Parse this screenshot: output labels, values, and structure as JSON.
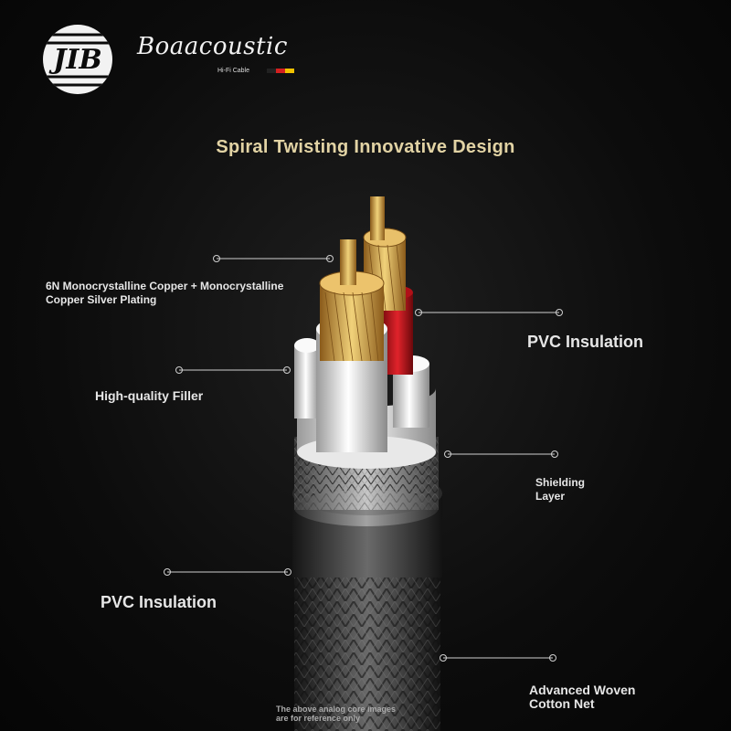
{
  "brand": {
    "logo_text": "JIB",
    "name": "Boaacoustic",
    "subtitle": "Hi-Fi Cable",
    "flag_colors": [
      "#222222",
      "#d42020",
      "#f2c200"
    ]
  },
  "title": "Spiral Twisting Innovative Design",
  "labels": {
    "conductor": "6N Monocrystalline Copper + Monocrystalline\n Copper Silver Plating",
    "inner_insulation": "PVC Insulation",
    "filler": "High-quality Filler",
    "shielding": "Shielding\n Layer",
    "outer_insulation": "PVC Insulation",
    "woven_net": "Advanced Woven\n Cotton Net"
  },
  "footnote": "The above analog core images\n are for reference only",
  "colors": {
    "title": "#e2d3a4",
    "copper": "#d8b25a",
    "red_insulation": "#c8161e",
    "white_insulation": "#f0f0f0",
    "outer_jacket": "#4a4a4a"
  }
}
